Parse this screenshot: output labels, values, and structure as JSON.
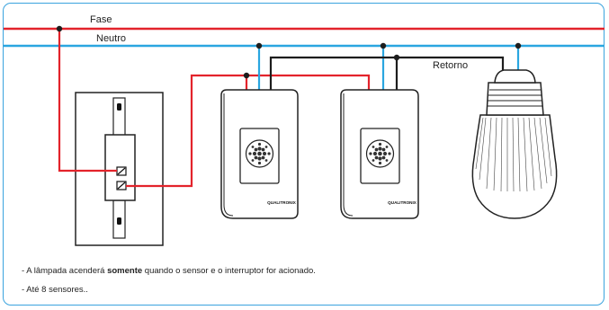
{
  "labels": {
    "fase": "Fase",
    "neutro": "Neutro",
    "retorno": "Retorno"
  },
  "brand": {
    "sensor1": "QUALITRONIX",
    "sensor2": "QUALITRONIX"
  },
  "notes": {
    "line1_prefix": "- A lâmpada acenderá ",
    "line1_bold": "somente",
    "line1_suffix": " quando o sensor e o interruptor for acionado.",
    "line2": "- Até 8 sensores.."
  },
  "colors": {
    "fase": "#e3232b",
    "neutro": "#2aa6e0",
    "retorno": "#1d1d1d",
    "frame": "#3aa3de"
  }
}
